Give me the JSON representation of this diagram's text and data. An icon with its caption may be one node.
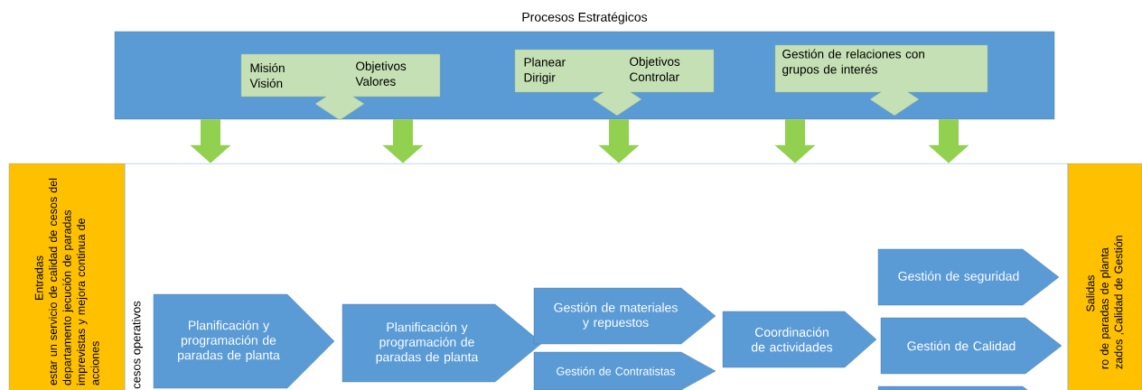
{
  "diagram": {
    "nodes": [
      {
        "text": [
          "Procesos Estratégicos"
        ]
      },
      {
        "text": [
          "Misión Visión",
          "Objetivos Valores"
        ],
        "in": 0
      },
      {
        "text": [
          "Planear Dirigir",
          "Objetivos Controlar"
        ],
        "in": 0
      },
      {
        "text": [
          "Gestión de relaciones con grupos de interés"
        ],
        "in": 0
      },
      {
        "text": [
          "cesos operativos"
        ]
      },
      {
        "text": [
          "Entradas",
          "estar un servicio de calidad de cesos del departamento jecución de paradas imprevistas y mejora continua de acciones"
        ]
      },
      {
        "text": [
          "Salidas",
          "ro de paradas de planta zados ,Calidad de Gestión"
        ]
      },
      {
        "text": [
          "Planificación y programación de paradas de planta"
        ],
        "in": 4
      },
      {
        "text": [
          "Planificación y programación de paradas de planta"
        ],
        "in": 4
      },
      {
        "text": [
          "Gestión de materiales y repuestos"
        ],
        "in": 4
      },
      {
        "text": [
          "Gestión de Contratistas"
        ],
        "in": 4
      },
      {
        "text": [
          "Coordinación de actividades"
        ],
        "in": 4
      },
      {
        "text": [
          "Gestión de seguridad"
        ],
        "in": 4
      },
      {
        "text": [
          "Gestión de Calidad"
        ],
        "in": 4
      },
      {
        "text": [],
        "shape": "pentagon"
      }
    ],
    "edges": [
      {
        "from": 0,
        "to": 4,
        "arrow": "to"
      },
      {
        "from": 0,
        "to": 4,
        "arrow": "to"
      },
      {
        "from": 0,
        "to": 4,
        "arrow": "to"
      },
      {
        "from": 0,
        "to": 4,
        "arrow": "to"
      },
      {
        "from": 0,
        "to": 4,
        "arrow": "to"
      }
    ]
  }
}
